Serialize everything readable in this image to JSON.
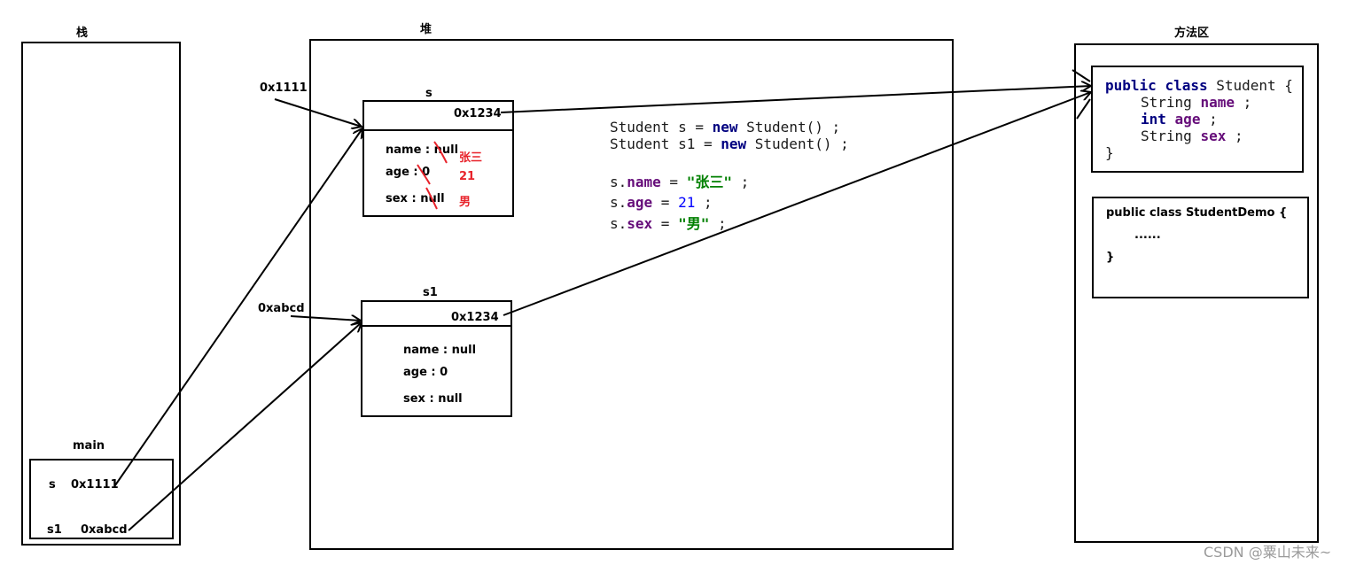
{
  "stack": {
    "title": "栈",
    "frame": {
      "title": "main",
      "rows": [
        {
          "name": "s",
          "value": "0x1111"
        },
        {
          "name": "s1",
          "value": "0xabcd"
        }
      ]
    }
  },
  "heap": {
    "title": "堆",
    "objects": [
      {
        "title": "s",
        "address_label": "0x1111",
        "header": "0x1234",
        "fields": [
          "name : null",
          "age : 0",
          "sex : null"
        ],
        "new_values": [
          "张三",
          "21",
          "男"
        ]
      },
      {
        "title": "s1",
        "address_label": "0xabcd",
        "header": "0x1234",
        "fields": [
          "name : null",
          "age : 0",
          "sex : null"
        ]
      }
    ],
    "code": {
      "line1": {
        "type": "Student",
        "var": " s = ",
        "kw": "new",
        "ctor": " Student() ;"
      },
      "line2": {
        "type": "Student",
        "var": " s1 = ",
        "kw": "new",
        "ctor": " Student() ;"
      },
      "assign1": {
        "obj": "s.",
        "field": "name",
        "op": " = ",
        "val": "\"张三\"",
        "end": " ;"
      },
      "assign2": {
        "obj": "s.",
        "field": "age",
        "op": " = ",
        "val": "21",
        "end": " ;"
      },
      "assign3": {
        "obj": "s.",
        "field": "sex",
        "op": " = ",
        "val": "\"男\"",
        "end": " ;"
      }
    }
  },
  "method_area": {
    "title": "方法区",
    "student_class": {
      "kw1": "public",
      "kw2": "class",
      "name": " Student {",
      "f1_type": "String",
      "f1_name": "name",
      "f1_end": " ;",
      "f2_type": "int",
      "f2_name": "age",
      "f2_end": " ;",
      "f3_type": "String",
      "f3_name": "sex",
      "f3_end": " ;",
      "close": "}"
    },
    "demo_class": {
      "header": "public class StudentDemo {",
      "body": "......",
      "close": "}"
    }
  },
  "watermark": "CSDN @粟山未来~"
}
